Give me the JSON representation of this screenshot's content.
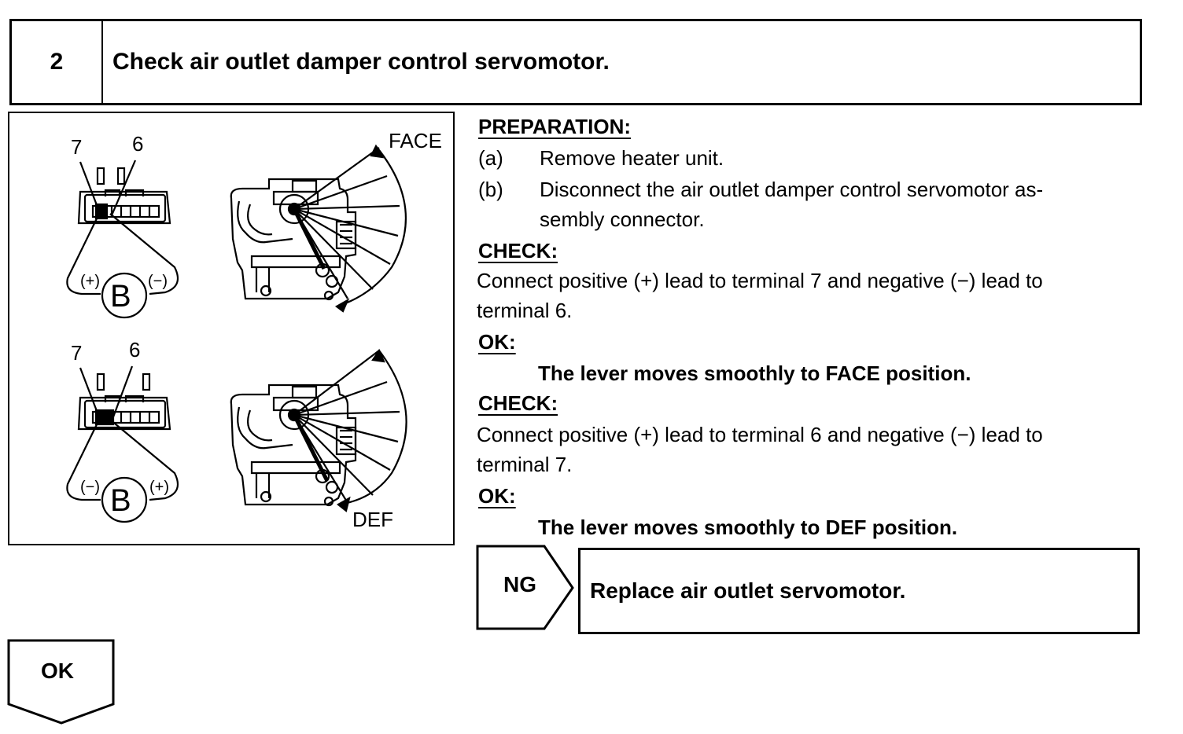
{
  "header": {
    "step_number": "2",
    "title": "Check air outlet damper control servomotor."
  },
  "figure": {
    "top": {
      "pin_left": "7",
      "pin_right": "6",
      "battery": "B",
      "lead_left": "(+)",
      "lead_right": "(−)",
      "position": "FACE"
    },
    "bottom": {
      "pin_left": "7",
      "pin_right": "6",
      "battery": "B",
      "lead_left": "(−)",
      "lead_right": "(+)",
      "position": "DEF"
    }
  },
  "procedure": {
    "preparation_heading": "PREPARATION:",
    "prep_a_marker": "(a)",
    "prep_a_text": "Remove heater unit.",
    "prep_b_marker": "(b)",
    "prep_b_line1": "Disconnect the air outlet damper control servomotor as-",
    "prep_b_line2": "sembly connector.",
    "check1_heading": "CHECK:",
    "check1_line1": "Connect positive (+) lead to terminal 7 and negative (−) lead to",
    "check1_line2": "terminal 6.",
    "ok1_heading": "OK:",
    "ok1_text": "The lever moves smoothly to FACE position.",
    "check2_heading": "CHECK:",
    "check2_line1": "Connect positive (+) lead to terminal 6 and negative (−) lead to",
    "check2_line2": "terminal 7.",
    "ok2_heading": "OK:",
    "ok2_text": "The lever moves smoothly to DEF position."
  },
  "ng": {
    "label": "NG",
    "action": "Replace air outlet servomotor."
  },
  "ok": {
    "label": "OK"
  }
}
